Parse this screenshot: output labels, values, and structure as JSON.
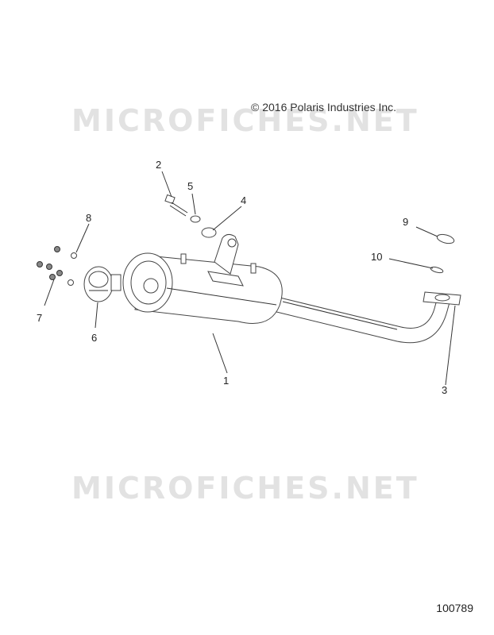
{
  "copyright": "© 2016 Polaris Industries Inc.",
  "figure_number": "100789",
  "watermark": "MICROFICHES.NET",
  "callouts": [
    "1",
    "2",
    "3",
    "4",
    "5",
    "6",
    "7",
    "8",
    "9",
    "10"
  ]
}
